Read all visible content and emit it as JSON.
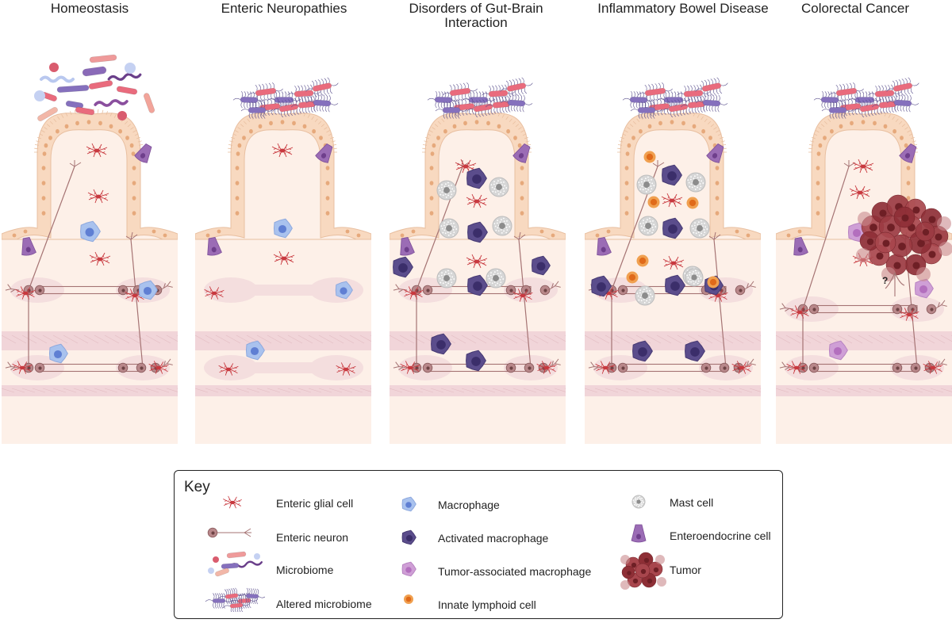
{
  "panels": [
    {
      "id": "homeostasis",
      "title": "Homeostasis"
    },
    {
      "id": "enteric-neuropathies",
      "title": "Enteric Neuropathies"
    },
    {
      "id": "dgbi",
      "title": "Disorders of Gut-Brain Interaction"
    },
    {
      "id": "ibd",
      "title": "Inflammatory Bowel Disease"
    },
    {
      "id": "crc",
      "title": "Colorectal Cancer"
    }
  ],
  "crc_question_mark": "?",
  "key": {
    "title": "Key",
    "items": {
      "glia": "Enteric glial cell",
      "neuron": "Enteric neuron",
      "microbiome": "Microbiome",
      "altered_microbiome": "Altered microbiome",
      "macrophage": "Macrophage",
      "activated_macrophage": "Activated macrophage",
      "tam": "Tumor-associated macrophage",
      "ilc": "Innate lymphoid cell",
      "mast": "Mast cell",
      "eec": "Enteroendocrine cell",
      "tumor": "Tumor"
    }
  },
  "colors": {
    "tissue": "#fdf0e8",
    "epithelium": "#f8d9c0",
    "nucleus": "#e6a97c",
    "muscle": "#f1d5d9",
    "ganglion": "#f4dede",
    "glia": "#c8393f",
    "neuron": "#a57373",
    "macrophage": "#a9c2ee",
    "macrophage_nucleus": "#5f7fd3",
    "activated_macrophage": "#5b4d8c",
    "activated_nucleus": "#3b2e6a",
    "mast": "#d6d6d6",
    "ilc": "#f0a050",
    "ilc_nucleus": "#e06a1a",
    "eec": "#9b6cb5",
    "tam": "#cf9fd6",
    "tumor": "#8e2f36",
    "bacteria_pink": "#e96b7d",
    "bacteria_purple": "#8570bd"
  }
}
